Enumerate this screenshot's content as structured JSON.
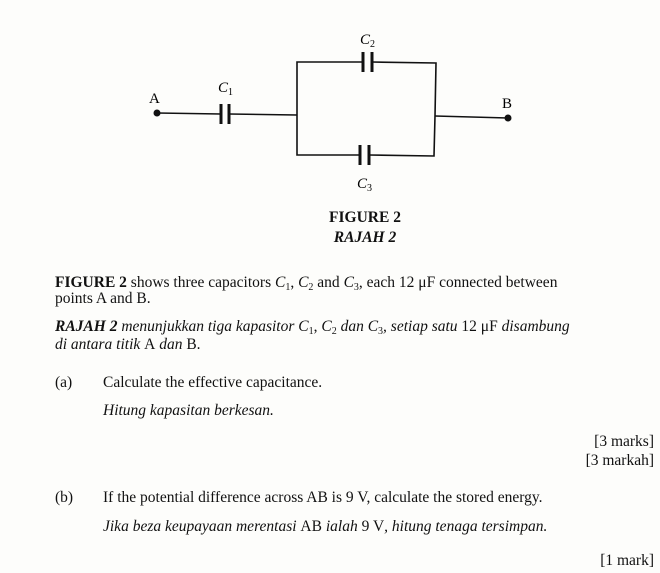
{
  "figure": {
    "point_a": "A",
    "point_b": "B",
    "c1_label": "C",
    "c2_label": "C",
    "c3_label": "C",
    "sub1": "1",
    "sub2": "2",
    "sub3": "3",
    "caption_en": "FIGURE 2",
    "caption_ms": "RAJAH 2"
  },
  "intro_en": {
    "bold": "FIGURE 2",
    "t1": " shows three capacitors ",
    "c": "C",
    "s1": "1",
    "comma": ", ",
    "s2": "2",
    "and": " and ",
    "s3": "3",
    "t2": ", each 12 μF connected between",
    "line2": "points A and B."
  },
  "intro_ms": {
    "bold": "RAJAH 2",
    "t1": " menunjukkan tiga kapasitor ",
    "c": "C",
    "s1": "1",
    "comma": ", ",
    "s2": "2",
    "dan": " dan ",
    "s3": "3",
    "t2": ", setiap satu ",
    "value": "12 μF",
    "t3": " disambung",
    "line2a": "di antara titik ",
    "a": "A",
    "dan2": " dan ",
    "b": "B."
  },
  "questions": [
    {
      "label": "(a)",
      "text_en": "Calculate the effective capacitance.",
      "text_ms": "Hitung kapasitan berkesan.",
      "marks_en": "[3 marks]",
      "marks_ms": "[3 markah]"
    },
    {
      "label": "(b)",
      "text_en": "If the potential difference across AB is 9 V, calculate the stored energy.",
      "text_ms_1": "Jika beza keupayaan merentasi ",
      "text_ms_ab": "AB",
      "text_ms_2": " ialah ",
      "text_ms_v": "9 V",
      "text_ms_3": ", hitung tenaga tersimpan.",
      "marks_en": "[1 mark]"
    }
  ]
}
